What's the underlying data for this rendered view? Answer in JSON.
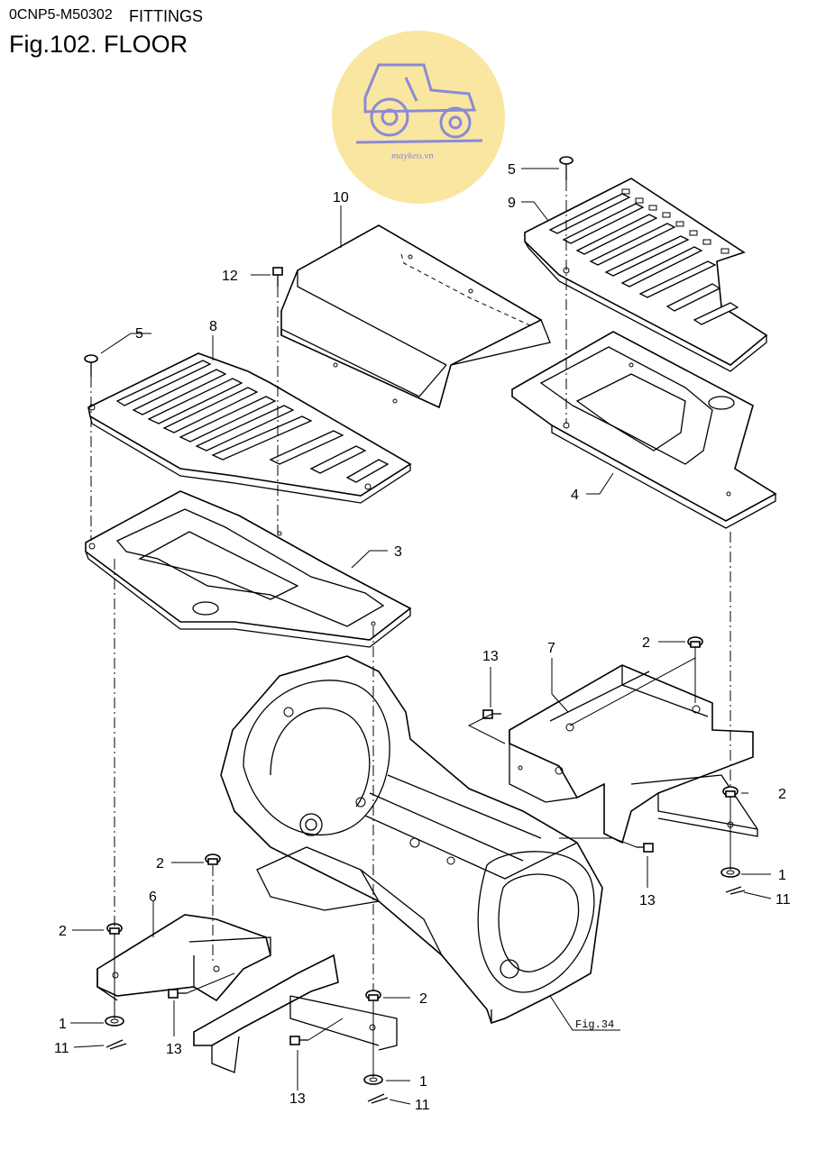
{
  "header": {
    "code": "0CNP5-M50302",
    "section": "FITTINGS",
    "figure_title": "Fig.102.  FLOOR"
  },
  "watermark": {
    "text": "maykeo.vn",
    "circle_color": "#f9e6a0",
    "tractor_color": "#8a8ad6"
  },
  "callouts": {
    "c1a": "1",
    "c1b": "1",
    "c1c": "1",
    "c2a": "2",
    "c2b": "2",
    "c2c": "2",
    "c2d": "2",
    "c2e": "2",
    "c3": "3",
    "c4": "4",
    "c5a": "5",
    "c5b": "5",
    "c6": "6",
    "c7": "7",
    "c8": "8",
    "c9": "9",
    "c10": "10",
    "c11a": "11",
    "c11b": "11",
    "c11c": "11",
    "c12": "12",
    "c13a": "13",
    "c13b": "13",
    "c13c": "13",
    "c13d": "13",
    "ref_fig": "Fig.34"
  }
}
